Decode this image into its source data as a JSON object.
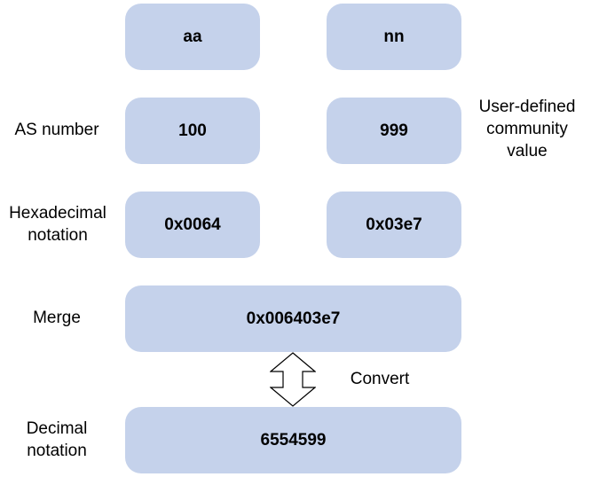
{
  "boxes": {
    "top_left": "aa",
    "top_right": "nn",
    "as_left": "100",
    "as_right": "999",
    "hex_left": "0x0064",
    "hex_right": "0x03e7",
    "merge": "0x006403e7",
    "decimal": "6554599"
  },
  "labels": {
    "as_number": "AS number",
    "user_defined": [
      "User-defined",
      "community",
      "value"
    ],
    "hex_notation": [
      "Hexadecimal",
      "notation"
    ],
    "merge": "Merge",
    "convert": "Convert",
    "decimal_notation": [
      "Decimal",
      "notation"
    ]
  },
  "colors": {
    "box_fill": "#c5d2eb",
    "text": "#000000",
    "arrow_stroke": "#000000"
  },
  "icons": {
    "convert_arrow": "double-headed-vertical-arrow-icon"
  }
}
